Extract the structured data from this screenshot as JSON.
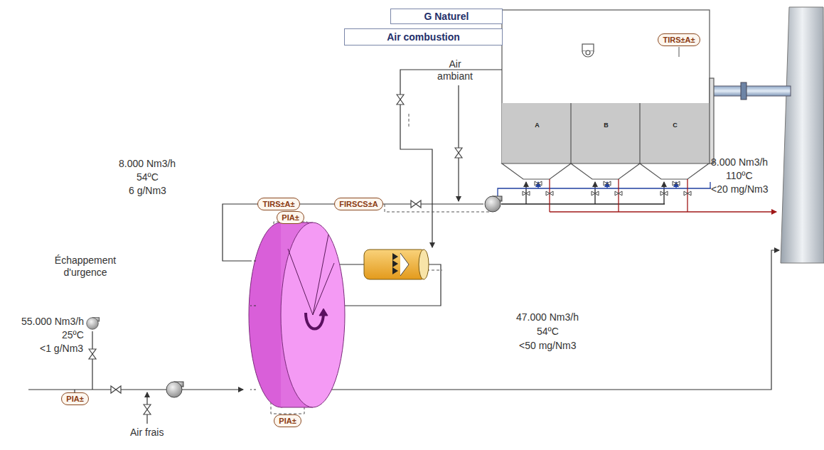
{
  "diagram": {
    "nodes": [
      {
        "text": [
          "G Naturel"
        ]
      },
      {
        "text": [
          "Air combustion"
        ]
      },
      {
        "text": [
          "TIRS±A±"
        ]
      },
      {
        "text": [
          "A"
        ]
      },
      {
        "text": [
          "B"
        ]
      },
      {
        "text": [
          "C"
        ]
      },
      {
        "text": [
          "TIRS±A±"
        ]
      },
      {
        "text": [
          "FIRSCS±A"
        ]
      },
      {
        "text": [
          "PIA±"
        ]
      },
      {
        "text": [
          "PIA±"
        ]
      },
      {
        "text": [
          "PIA±"
        ]
      }
    ],
    "labels": [
      "Air ambiant",
      "8.000 Nm3/h",
      "54ºC",
      "6 g/Nm3",
      "8.000 Nm3/h",
      "110ºC",
      "<20 mg/Nm3",
      "Échappement d'urgence",
      "55.000 Nm3/h",
      "25ºC",
      "<1 g/Nm3",
      "47.000 Nm3/h",
      "54ºC",
      "<50 mg/Nm3",
      "Air frais"
    ]
  }
}
